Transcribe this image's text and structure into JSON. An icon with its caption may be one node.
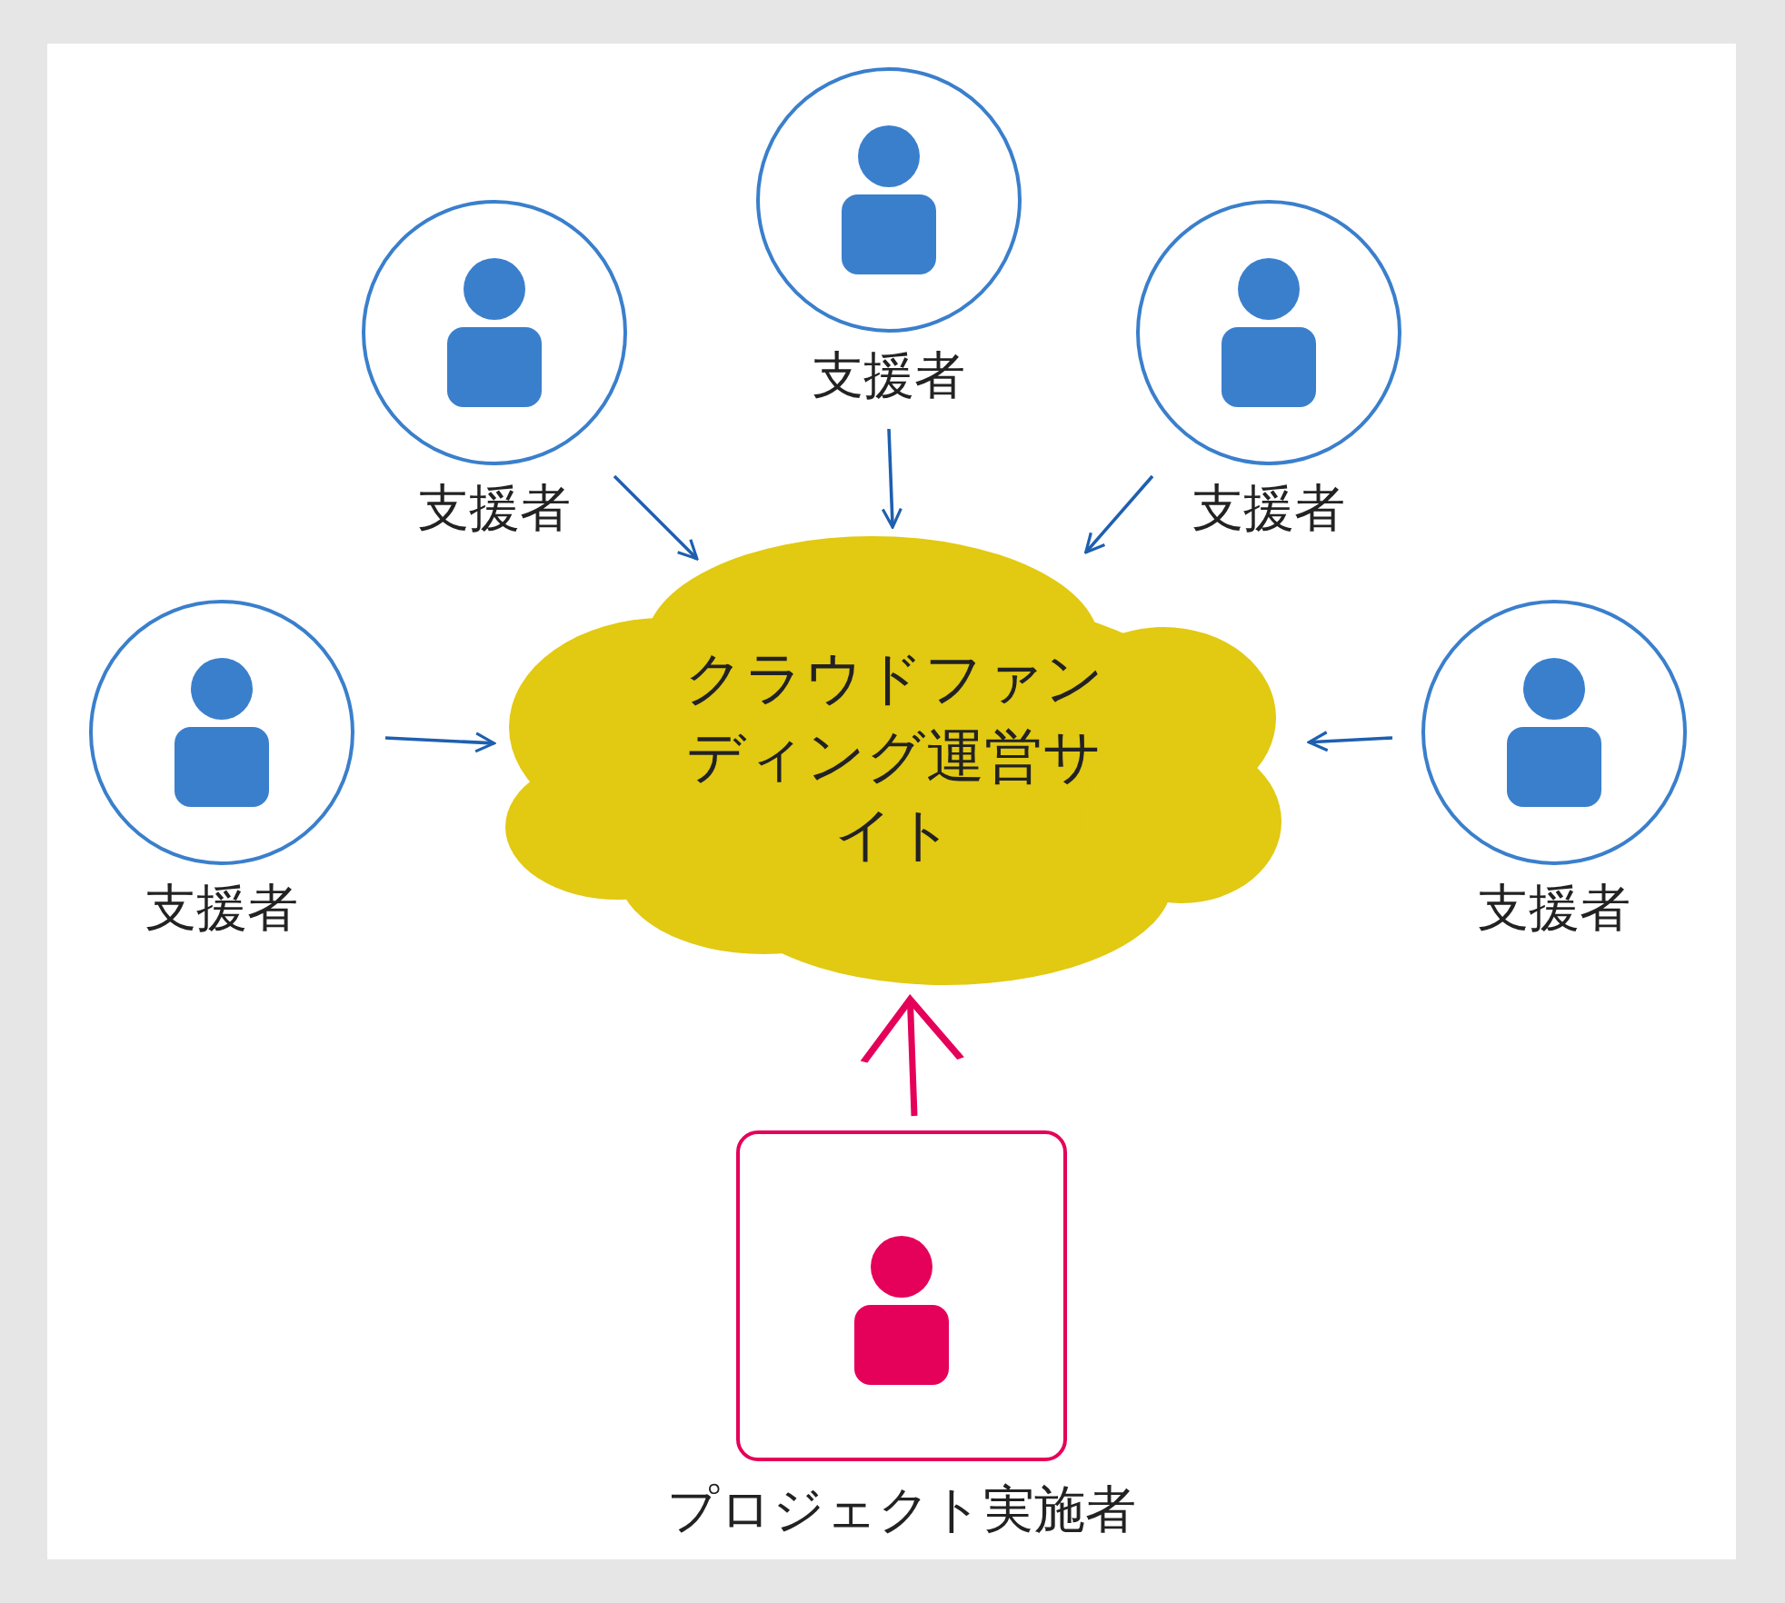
{
  "diagram": {
    "nodes": [
      {
        "text": [
          "支援者"
        ]
      },
      {
        "text": [
          "支援者"
        ]
      },
      {
        "text": [
          "支援者"
        ]
      },
      {
        "text": [
          "支援者"
        ]
      },
      {
        "text": [
          "クラウドファンディング運営サイト"
        ]
      },
      {
        "text": [
          "支援者"
        ]
      },
      {
        "text": [
          "プロジェクト実施者"
        ]
      }
    ],
    "edges": [
      {
        "from": 0,
        "to": 4,
        "arrow": "to"
      },
      {
        "from": 1,
        "to": 4,
        "arrow": "to"
      },
      {
        "from": 2,
        "to": 4,
        "arrow": "to"
      },
      {
        "from": 3,
        "to": 4,
        "arrow": "to"
      },
      {
        "from": 5,
        "to": 4,
        "arrow": "to"
      },
      {
        "from": 6,
        "to": 4,
        "arrow": "to",
        "style": "thick",
        "color": "#e5005a"
      }
    ]
  }
}
